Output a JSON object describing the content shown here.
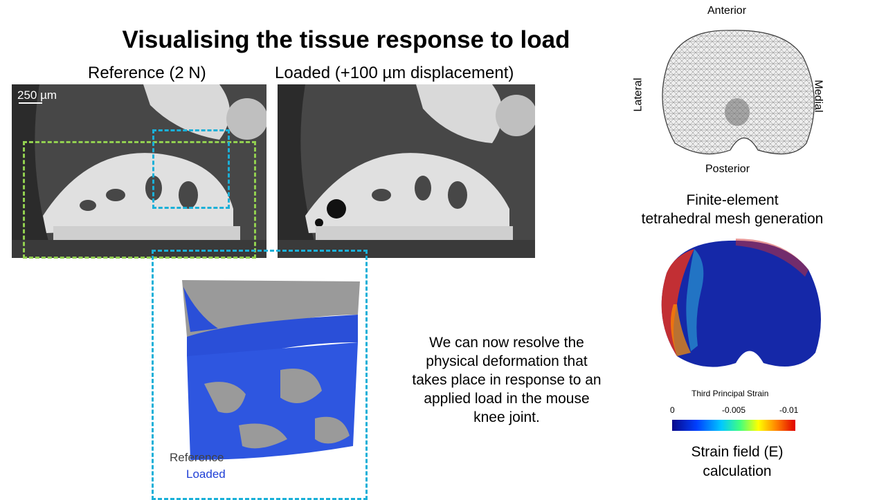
{
  "slide": {
    "title": "Visualising the tissue response to load",
    "reference_caption": "Reference (2 N)",
    "loaded_caption": "Loaded (+100 µm displacement)",
    "scale_bar": "250 µm",
    "legend_reference": "Reference",
    "legend_loaded": "Loaded",
    "description": "We can now resolve the physical deformation that takes place in response to an applied load in the mouse knee joint.",
    "mesh": {
      "anterior": "Anterior",
      "posterior": "Posterior",
      "lateral": "Lateral",
      "medial": "Medial",
      "caption_line1": "Finite-element",
      "caption_line2": "tetrahedral mesh generation"
    },
    "strain": {
      "colorbar_title": "Third Principal Strain",
      "tick_0": "0",
      "tick_mid": "-0.005",
      "tick_max": "-0.01",
      "caption_line1": "Strain field (E)",
      "caption_line2": "calculation"
    },
    "colors": {
      "green_box": "#92d050",
      "blue_box": "#1ab0d8",
      "loaded_text": "#1f3fd6"
    }
  }
}
